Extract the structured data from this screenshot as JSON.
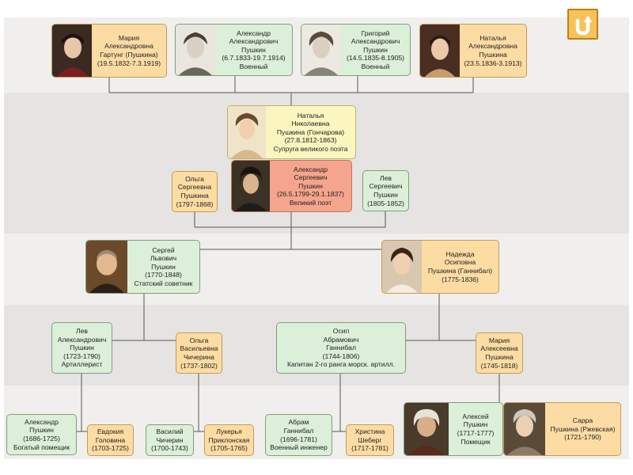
{
  "colors": {
    "green": "#dcefd9",
    "orange": "#fddca4",
    "yellow": "#fbf6c0",
    "red": "#f5a48d",
    "line": "#555555"
  },
  "nav": {
    "back_icon": "return-arrow-icon"
  },
  "children": [
    {
      "id": "maria",
      "lines": [
        "Мария",
        "Александровна",
        "Гартунг (Пушкина)",
        "(19.5.1832-7.3.1919)"
      ]
    },
    {
      "id": "alexander_jr",
      "lines": [
        "Александр",
        "Александрович",
        "Пушкин",
        "(6.7.1833-19.7.1914)",
        "Военный"
      ]
    },
    {
      "id": "grigory",
      "lines": [
        "Григорий",
        "Александрович",
        "Пушкин",
        "(14.5.1835-8.1905)",
        "Военный"
      ]
    },
    {
      "id": "natalia_jr",
      "lines": [
        "Наталья",
        "Александровна",
        "Пушкина",
        "(23.5.1836-3.1913)"
      ]
    }
  ],
  "wife": {
    "lines": [
      "Наталья",
      "Николаевна",
      "Пушкина (Гончарова)",
      "(27.8.1812-1863)",
      "Супруга великого поэта"
    ]
  },
  "poet": {
    "lines": [
      "Александр",
      "Сергеевич",
      "Пушкин",
      "(26.5.1799-29.1.1837)",
      "Великий поэт"
    ]
  },
  "siblings": [
    {
      "id": "olga_s",
      "lines": [
        "Ольга",
        "Сергеевна",
        "Пушкина",
        "(1797-1868)"
      ]
    },
    {
      "id": "lev_s",
      "lines": [
        "Лев",
        "Сергеевич",
        "Пушкин",
        "(1805-1852)"
      ]
    }
  ],
  "parents": [
    {
      "id": "sergey",
      "lines": [
        "Сергей",
        "Львович",
        "Пушкин",
        "(1770-1848)",
        "Статский советник"
      ]
    },
    {
      "id": "nadezhda",
      "lines": [
        "Надежда",
        "Осиповна",
        "Пушкина (Ганнибал)",
        "(1775-1836)"
      ]
    }
  ],
  "grandparents": [
    {
      "id": "lev_a",
      "lines": [
        "Лев",
        "Александрович",
        "Пушкин",
        "(1723-1790)",
        "Артиллерист"
      ]
    },
    {
      "id": "olga_v",
      "lines": [
        "Ольга",
        "Васильевна",
        "Чичерина",
        "(1737-1802)"
      ]
    },
    {
      "id": "osip",
      "lines": [
        "Осип",
        "Абрамович",
        "Ганнибал",
        "(1744-1806)",
        "Капитан 2-го ранга морск. артилл."
      ]
    },
    {
      "id": "maria_a",
      "lines": [
        "Мария",
        "Алексеевна",
        "Пушкина",
        "(1745-1818)"
      ]
    }
  ],
  "great_grandparents": [
    {
      "id": "alexander_p",
      "lines": [
        "Александр",
        "Пушкин",
        "(1686-1725)",
        "Богатый помещик"
      ]
    },
    {
      "id": "evdokia",
      "lines": [
        "Евдокия",
        "Головина",
        "(1703-1725)"
      ]
    },
    {
      "id": "vasily",
      "lines": [
        "Василий",
        "Чичерин",
        "(1700-1743)"
      ]
    },
    {
      "id": "lukeria",
      "lines": [
        "Лукерья",
        "Приклонская",
        "(1705-1765)"
      ]
    },
    {
      "id": "abram",
      "lines": [
        "Абрам",
        "Ганнибал",
        "(1696-1781)",
        "Военный инженер"
      ]
    },
    {
      "id": "khristina",
      "lines": [
        "Христина",
        "Шеберг",
        "(1717-1781)"
      ]
    },
    {
      "id": "aleksey",
      "lines": [
        "Алексей",
        "Пушкин",
        "(1717-1777)",
        "Помещик"
      ]
    },
    {
      "id": "sarra",
      "lines": [
        "Сарра",
        "Пушкина (Ржевская)",
        "(1721-1790)"
      ]
    }
  ]
}
